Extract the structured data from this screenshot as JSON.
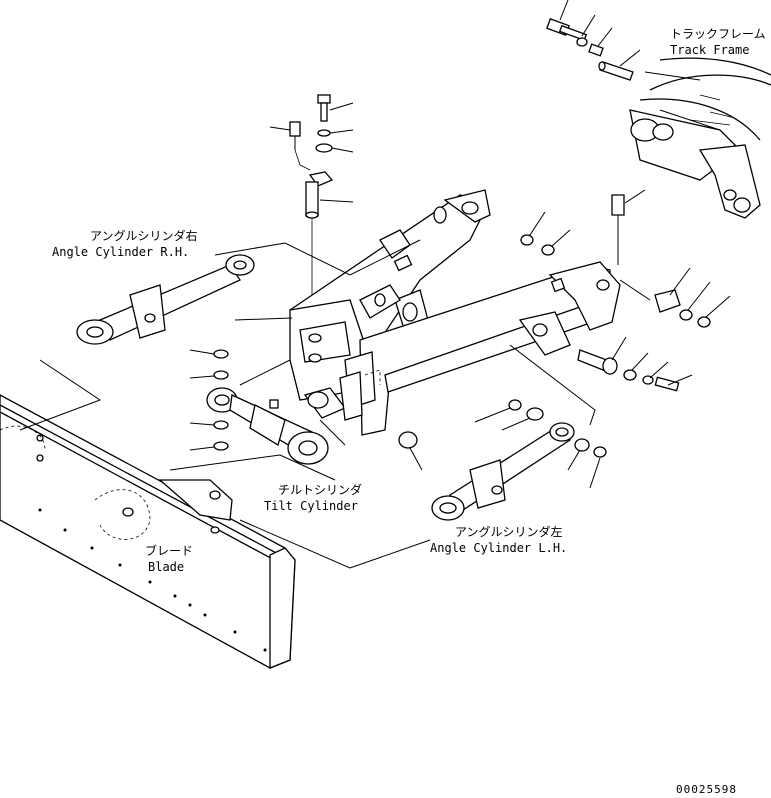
{
  "labels": {
    "track_frame_jp": "トラックフレーム",
    "track_frame_en": "Track Frame",
    "angle_cyl_rh_jp": "アングルシリンダ右",
    "angle_cyl_rh_en": "Angle Cylinder R.H.",
    "tilt_cyl_jp": "チルトシリンダ",
    "tilt_cyl_en": "Tilt Cylinder",
    "angle_cyl_lh_jp": "アングルシリンダ左",
    "angle_cyl_lh_en": "Angle Cylinder L.H.",
    "blade_jp": "ブレード",
    "blade_en": "Blade"
  },
  "drawing_code": "00025598"
}
